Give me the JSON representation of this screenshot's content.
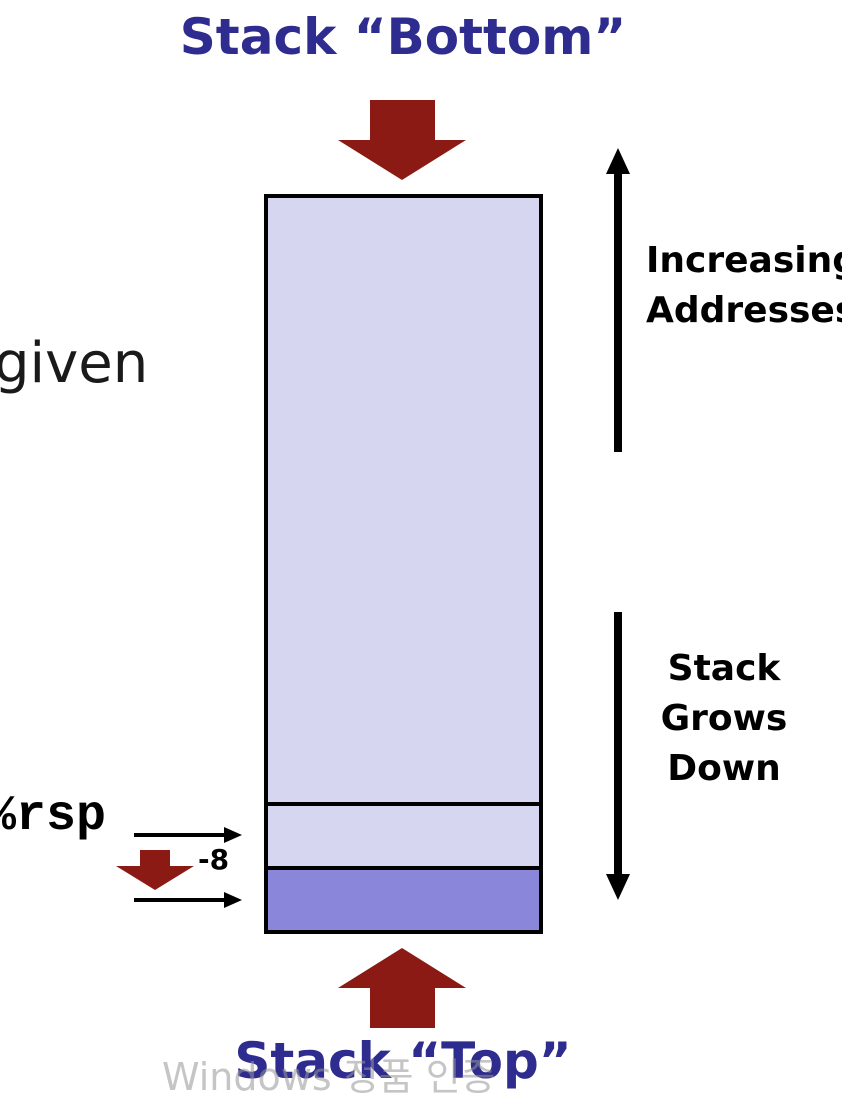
{
  "titles": {
    "bottom": "Stack “Bottom”",
    "top": "Stack “Top”"
  },
  "labels": {
    "increasing_line1": "Increasing",
    "increasing_line2": "Addresses",
    "grows_line1": "Stack",
    "grows_line2": "Grows",
    "grows_line3": "Down",
    "partial_text": "given",
    "register": "%rsp",
    "decrement": "-8"
  },
  "watermark": "Windows 정품 인증",
  "colors": {
    "title": "#2e2d8f",
    "arrow_fill": "#8b1a14",
    "stack_fill": "#d6d6f0",
    "stack_top_fill": "#8a86da",
    "outline": "#000000"
  }
}
